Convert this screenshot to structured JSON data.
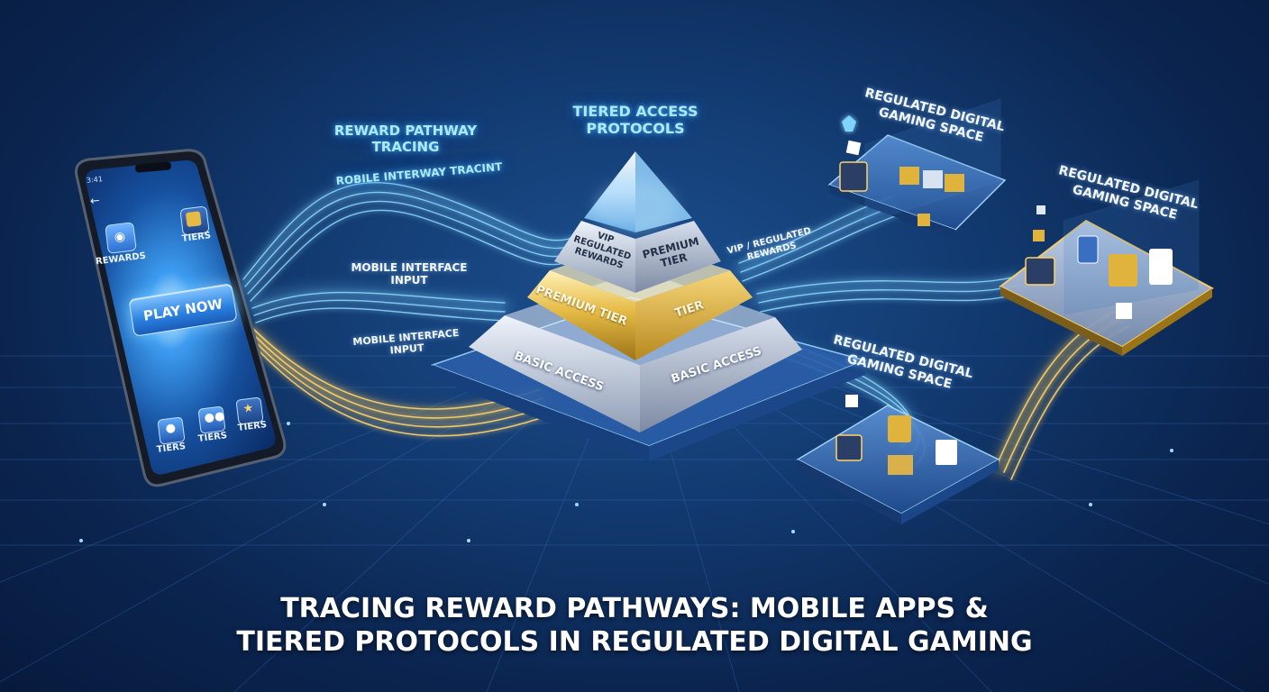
{
  "title": {
    "line1": "TRACING REWARD PATHWAYS: MOBILE APPS &",
    "line2": "TIERED PROTOCOLS IN REGULATED DIGITAL GAMING"
  },
  "phone": {
    "status_left": "3:41",
    "back_icon": "back-arrow-icon",
    "apps": [
      {
        "label": "REWARDS",
        "icon": "gift-icon"
      },
      {
        "label": "TIERS",
        "icon": "coin-stack-icon"
      },
      {
        "label": "TIERS",
        "icon": "user-icon"
      },
      {
        "label": "TIERS",
        "icon": "users-icon"
      },
      {
        "label": "TIERS",
        "icon": "star-icon"
      }
    ],
    "play_button": "PLAY NOW"
  },
  "labels": {
    "reward_tracing": [
      "REWARD PATHWAY",
      "TRACING"
    ],
    "reward_tracing_sub": "ROBILE INTERWAY TRACINT",
    "mobile_input_1": [
      "MOBILE INTERFACE",
      "INPUT"
    ],
    "mobile_input_2": [
      "MOBILE INTERFACE",
      "INPUT"
    ],
    "tiered_access": [
      "TIERED ACCESS",
      "PROTOCOLS"
    ],
    "vip_link": [
      "VIP / REGULATED",
      "REWARDS"
    ]
  },
  "pyramid": {
    "vip_left": [
      "VIP",
      "REGULATED",
      "REWARDS"
    ],
    "top_right": [
      "PREMIUM",
      "TIER"
    ],
    "middle_left": "PREMIUM TIER",
    "middle_right": "TIER",
    "bottom_left": "BASIC ACCESS",
    "bottom_right": "BASIC ACCESS"
  },
  "spaces": [
    {
      "label": [
        "REGULATED DIGITAL",
        "GAMING SPACE"
      ]
    },
    {
      "label": [
        "REGULATED DIGITAL",
        "GAMING SPACE"
      ]
    },
    {
      "label": [
        "REGULATED DIGITAL",
        "GAMING SPACE"
      ]
    }
  ],
  "colors": {
    "background": "#0b2550",
    "blue_stream": "#7fd4ff",
    "gold_stream": "#ffcf5a",
    "gold_tier": "#e0b33c",
    "silver_tier": "#c9d3e3"
  }
}
